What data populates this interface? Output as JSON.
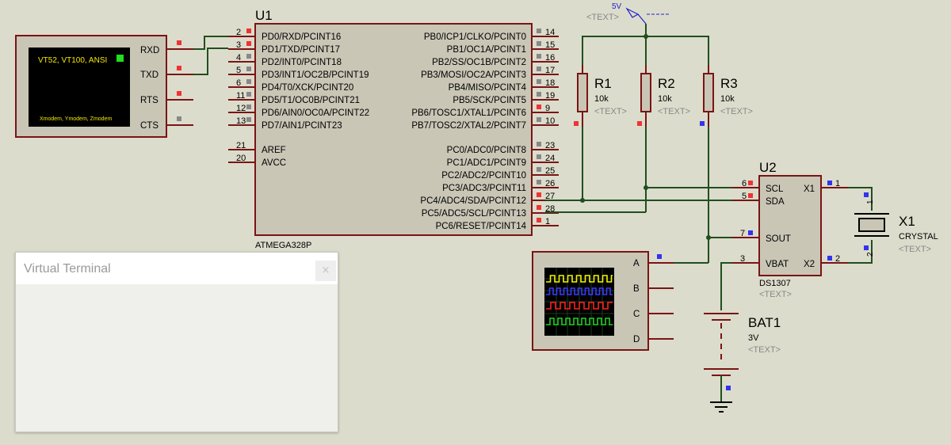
{
  "terminal": {
    "screen_text": "VT52, VT100, ANSI",
    "footer_text": "Xmodem, Ymodem, Zmodem",
    "pins": [
      "RXD",
      "TXD",
      "RTS",
      "CTS"
    ]
  },
  "mcu": {
    "ref": "U1",
    "part": "ATMEGA328P",
    "left_pins": [
      {
        "num": "2",
        "label": "PD0/RXD/PCINT16"
      },
      {
        "num": "3",
        "label": "PD1/TXD/PCINT17"
      },
      {
        "num": "4",
        "label": "PD2/INT0/PCINT18"
      },
      {
        "num": "5",
        "label": "PD3/INT1/OC2B/PCINT19"
      },
      {
        "num": "6",
        "label": "PD4/T0/XCK/PCINT20"
      },
      {
        "num": "11",
        "label": "PD5/T1/OC0B/PCINT21"
      },
      {
        "num": "12",
        "label": "PD6/AIN0/OC0A/PCINT22"
      },
      {
        "num": "13",
        "label": "PD7/AIN1/PCINT23"
      }
    ],
    "left_pins_2": [
      {
        "num": "21",
        "label": "AREF"
      },
      {
        "num": "20",
        "label": "AVCC"
      }
    ],
    "right_pins": [
      {
        "num": "14",
        "label": "PB0/ICP1/CLKO/PCINT0"
      },
      {
        "num": "15",
        "label": "PB1/OC1A/PCINT1"
      },
      {
        "num": "16",
        "label": "PB2/SS/OC1B/PCINT2"
      },
      {
        "num": "17",
        "label": "PB3/MOSI/OC2A/PCINT3"
      },
      {
        "num": "18",
        "label": "PB4/MISO/PCINT4"
      },
      {
        "num": "19",
        "label": "PB5/SCK/PCINT5"
      },
      {
        "num": "9",
        "label": "PB6/TOSC1/XTAL1/PCINT6"
      },
      {
        "num": "10",
        "label": "PB7/TOSC2/XTAL2/PCINT7"
      }
    ],
    "right_pins_2": [
      {
        "num": "23",
        "label": "PC0/ADC0/PCINT8"
      },
      {
        "num": "24",
        "label": "PC1/ADC1/PCINT9"
      },
      {
        "num": "25",
        "label": "PC2/ADC2/PCINT10"
      },
      {
        "num": "26",
        "label": "PC3/ADC3/PCINT11"
      },
      {
        "num": "27",
        "label": "PC4/ADC4/SDA/PCINT12"
      },
      {
        "num": "28",
        "label": "PC5/ADC5/SCL/PCINT13"
      },
      {
        "num": "1",
        "label": "PC6/RESET/PCINT14"
      }
    ]
  },
  "power": {
    "label": "5V",
    "text": "<TEXT>"
  },
  "resistors": [
    {
      "ref": "R1",
      "value": "10k",
      "text": "<TEXT>"
    },
    {
      "ref": "R2",
      "value": "10k",
      "text": "<TEXT>"
    },
    {
      "ref": "R3",
      "value": "10k",
      "text": "<TEXT>"
    }
  ],
  "rtc": {
    "ref": "U2",
    "part": "DS1307",
    "text": "<TEXT>",
    "pins": [
      {
        "num": "6",
        "label": "SCL"
      },
      {
        "num": "5",
        "label": "SDA"
      },
      {
        "num": "7",
        "label": "SOUT"
      },
      {
        "num": "3",
        "label": "VBAT"
      },
      {
        "num": "1",
        "label": "X1"
      },
      {
        "num": "2",
        "label": "X2"
      }
    ]
  },
  "crystal": {
    "ref": "X1",
    "value": "CRYSTAL",
    "text": "<TEXT>",
    "pin1": "1",
    "pin2": "2"
  },
  "battery": {
    "ref": "BAT1",
    "value": "3V",
    "text": "<TEXT>"
  },
  "scope": {
    "channels": [
      "A",
      "B",
      "C",
      "D"
    ]
  },
  "virtual_terminal_window": {
    "title": "Virtual Terminal",
    "close": "×"
  },
  "colors": {
    "wire": "#1f4f1f",
    "body": "#c9c6b6",
    "outline": "#7a1414",
    "pin_high": "#ee3333",
    "pin_low": "#3333ee",
    "pin_float": "#888888"
  }
}
